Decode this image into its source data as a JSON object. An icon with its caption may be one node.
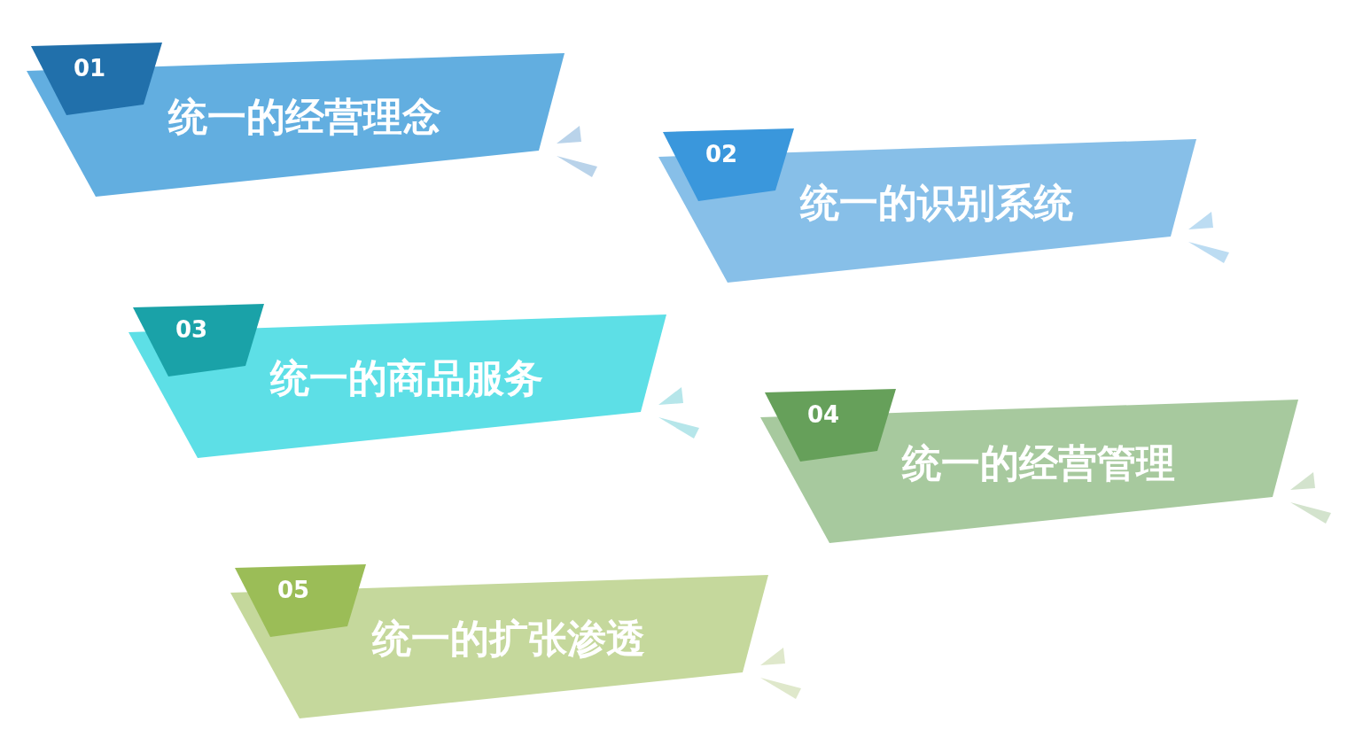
{
  "diagram": {
    "nodes": [
      {
        "text": [
          "01"
        ]
      },
      {
        "text": [
          "统一的经营理念"
        ]
      },
      {
        "text": [
          "02"
        ]
      },
      {
        "text": [
          "统一的识别系统"
        ]
      },
      {
        "text": [
          "03"
        ]
      },
      {
        "text": [
          "统一的商品服务"
        ]
      },
      {
        "text": [
          "04"
        ]
      },
      {
        "text": [
          "统一的经营管理"
        ]
      },
      {
        "text": [
          "05"
        ]
      },
      {
        "text": [
          "统一的扩张渗透"
        ]
      }
    ],
    "edges": []
  }
}
